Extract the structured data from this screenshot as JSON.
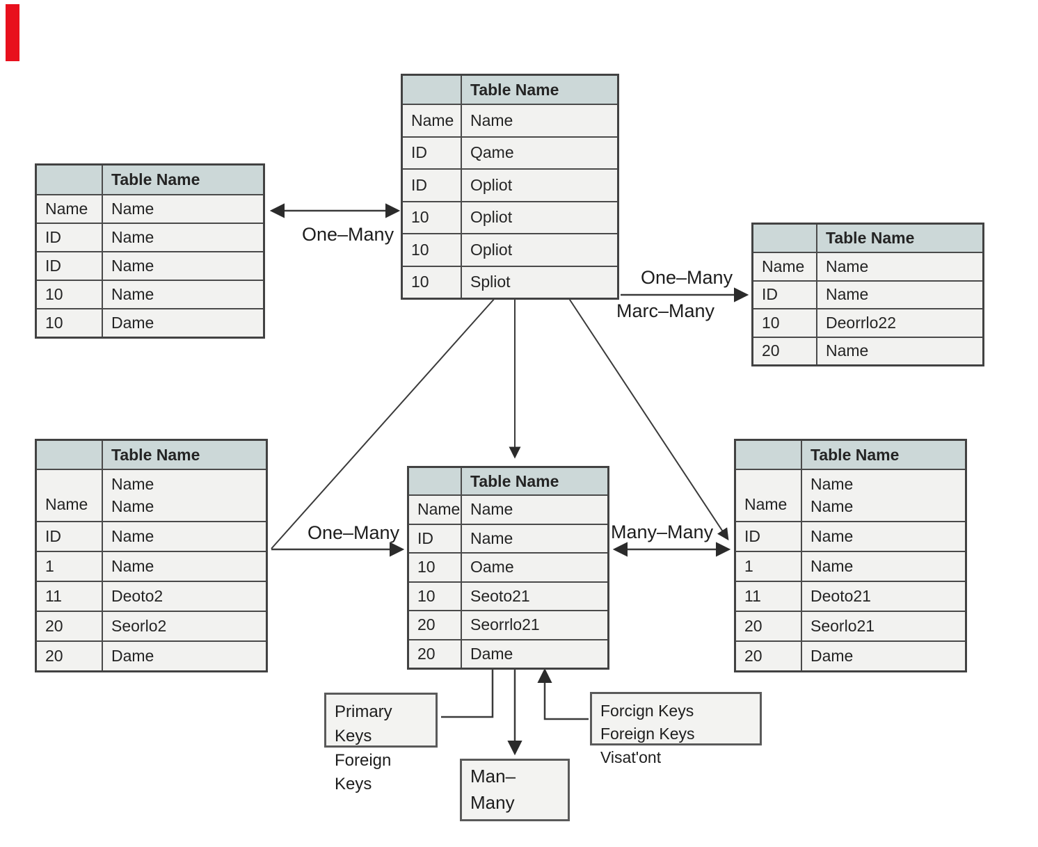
{
  "colors": {
    "header_fill": "#ccd8d8",
    "row_fill": "#f2f2f0",
    "border": "#4a4a4a",
    "background": "#ffffff",
    "corner_mark": "#e8101d"
  },
  "tables": {
    "top_left": {
      "title": "Table Name",
      "rows": [
        [
          "Name",
          "Name"
        ],
        [
          "ID",
          "Name"
        ],
        [
          "ID",
          "Name"
        ],
        [
          "10",
          "Name"
        ],
        [
          "10",
          "Dame"
        ]
      ]
    },
    "top_center": {
      "title": "Table Name",
      "rows": [
        [
          "Name",
          "Name"
        ],
        [
          "ID",
          "Qame"
        ],
        [
          "ID",
          "Opliot"
        ],
        [
          "10",
          "Opliot"
        ],
        [
          "10",
          "Opliot"
        ],
        [
          "10",
          "Spliot"
        ]
      ]
    },
    "top_right": {
      "title": "Table Name",
      "rows": [
        [
          "Name",
          "Name"
        ],
        [
          "ID",
          "Name"
        ],
        [
          "10",
          "Deorrlo22"
        ],
        [
          "20",
          "Name"
        ]
      ]
    },
    "mid_left": {
      "title": "Table Name",
      "rows": [
        [
          "Name",
          "Name\nName"
        ],
        [
          "ID",
          "Name"
        ],
        [
          "1",
          "Name"
        ],
        [
          "11",
          "Deoto2"
        ],
        [
          "20",
          "Seorlo2"
        ],
        [
          "20",
          "Dame"
        ]
      ]
    },
    "mid_center": {
      "title": "Table Name",
      "rows": [
        [
          "Name",
          "Name"
        ],
        [
          "ID",
          "Name"
        ],
        [
          "10",
          "Oame"
        ],
        [
          "10",
          "Seoto21"
        ],
        [
          "20",
          "Seorrlo21"
        ],
        [
          "20",
          "Dame"
        ]
      ]
    },
    "mid_right": {
      "title": "Table Name",
      "rows": [
        [
          "Name",
          "Name\nName"
        ],
        [
          "ID",
          "Name"
        ],
        [
          "1",
          "Name"
        ],
        [
          "11",
          "Deoto21"
        ],
        [
          "20",
          "Seorlo21"
        ],
        [
          "20",
          "Dame"
        ]
      ]
    }
  },
  "relationship_labels": {
    "top": "One–Many",
    "right_upper": "One–Many",
    "right_lower": "Marc–Many",
    "mid_left": "One–Many",
    "mid_right": "Many–Many"
  },
  "legend": {
    "primary_keys_box": {
      "line1": "Primary Keys",
      "line2": "Foreign Keys"
    },
    "foreign_keys_box": {
      "line1": "Forcign Keys",
      "line2": "Foreign Keys Visat'ont"
    },
    "bottom_box": {
      "label": "Man–Many"
    }
  }
}
